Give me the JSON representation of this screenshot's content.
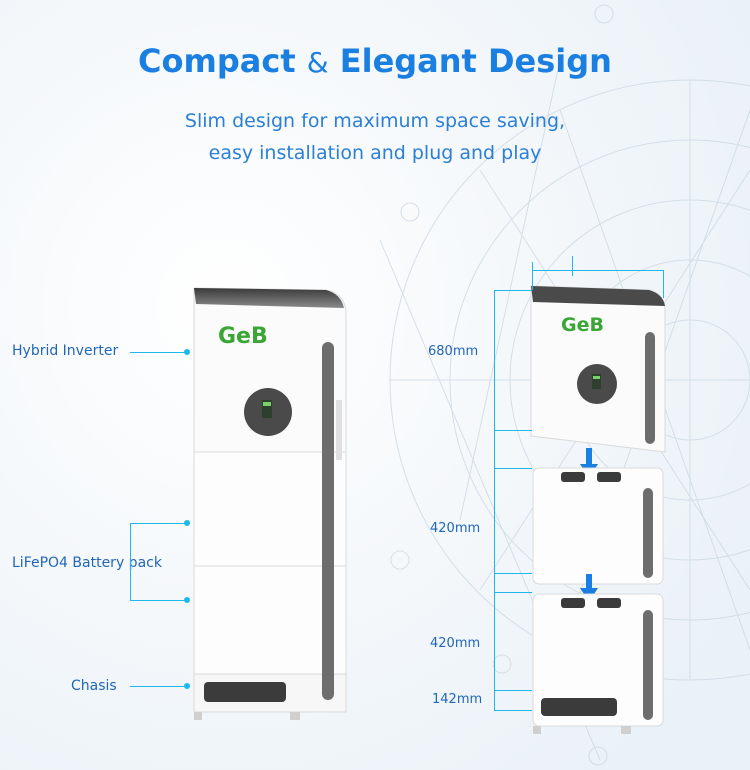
{
  "heading": {
    "part1": "Compact",
    "amp": "&",
    "part2": "Elegant Design"
  },
  "subtitle": {
    "line1": "Slim design for maximum space saving,",
    "line2": "easy installation and plug and play"
  },
  "callouts": {
    "inverter": "Hybrid Inverter",
    "battery": "LiFePO4 Battery pack",
    "chasis": "Chasis"
  },
  "dimensions": {
    "inverter": "680mm",
    "battery1": "420mm",
    "battery2": "420mm",
    "chasis": "142mm"
  },
  "brand": {
    "logo": "GeB"
  },
  "colors": {
    "accent": "#1a7fe0",
    "leader_line": "#1fb8ea",
    "logo_green": "#3aa635",
    "logo_red": "#e03a2f"
  }
}
